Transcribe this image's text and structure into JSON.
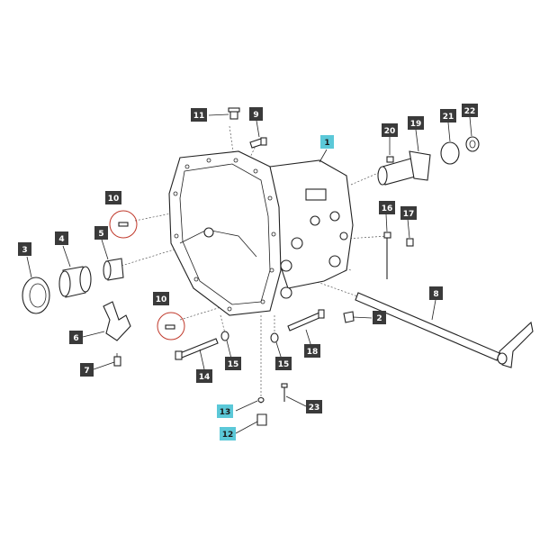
{
  "callouts": [
    {
      "id": "c1",
      "label": "1",
      "highlight": true
    },
    {
      "id": "c2",
      "label": "2",
      "highlight": false
    },
    {
      "id": "c3",
      "label": "3",
      "highlight": false
    },
    {
      "id": "c4",
      "label": "4",
      "highlight": false
    },
    {
      "id": "c5",
      "label": "5",
      "highlight": false
    },
    {
      "id": "c6",
      "label": "6",
      "highlight": false
    },
    {
      "id": "c7",
      "label": "7",
      "highlight": false
    },
    {
      "id": "c8",
      "label": "8",
      "highlight": false
    },
    {
      "id": "c9",
      "label": "9",
      "highlight": false
    },
    {
      "id": "c10a",
      "label": "10",
      "highlight": false
    },
    {
      "id": "c10b",
      "label": "10",
      "highlight": false
    },
    {
      "id": "c11",
      "label": "11",
      "highlight": false
    },
    {
      "id": "c12",
      "label": "12",
      "highlight": true
    },
    {
      "id": "c13",
      "label": "13",
      "highlight": true
    },
    {
      "id": "c14",
      "label": "14",
      "highlight": false
    },
    {
      "id": "c15a",
      "label": "15",
      "highlight": false
    },
    {
      "id": "c15b",
      "label": "15",
      "highlight": false
    },
    {
      "id": "c16",
      "label": "16",
      "highlight": false
    },
    {
      "id": "c17",
      "label": "17",
      "highlight": false
    },
    {
      "id": "c18",
      "label": "18",
      "highlight": false
    },
    {
      "id": "c19",
      "label": "19",
      "highlight": false
    },
    {
      "id": "c20",
      "label": "20",
      "highlight": false
    },
    {
      "id": "c21",
      "label": "21",
      "highlight": false
    },
    {
      "id": "c22",
      "label": "22",
      "highlight": false
    },
    {
      "id": "c23",
      "label": "23",
      "highlight": false
    }
  ],
  "colors": {
    "callout_default": "#3a3a3a",
    "callout_highlight": "#5bc8d8",
    "callout_text": "#ffffff",
    "callout_highlight_text": "#1a1a1a",
    "circle_marker": "#c0392b"
  }
}
